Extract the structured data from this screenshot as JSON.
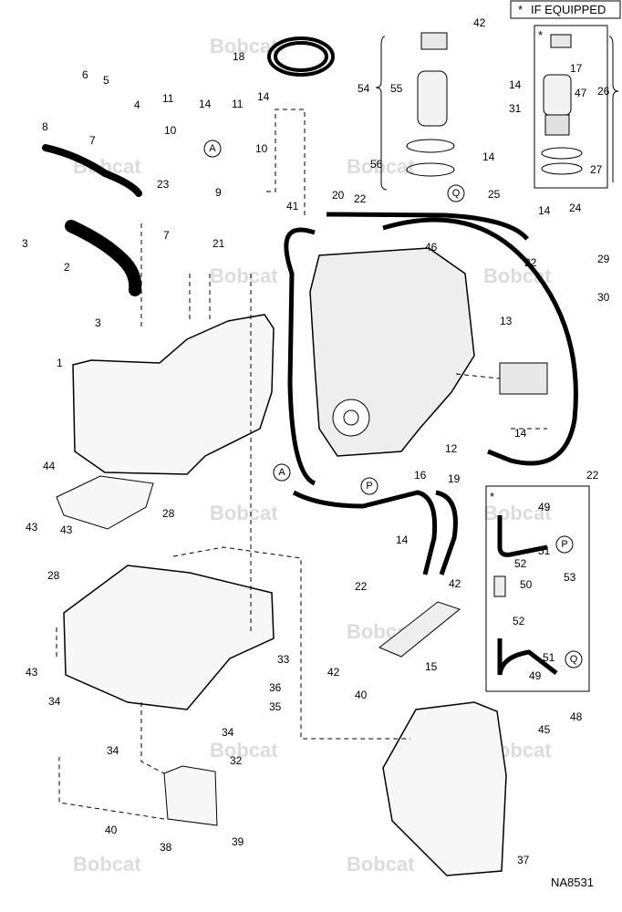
{
  "legend": {
    "star": "*",
    "text": "IF EQUIPPED"
  },
  "drawing_code": "NA8531",
  "watermark": "Bobcat",
  "callouts": [
    "1",
    "2",
    "3",
    "3",
    "4",
    "5",
    "6",
    "7",
    "7",
    "8",
    "9",
    "10",
    "10",
    "11",
    "11",
    "12",
    "13",
    "14",
    "14",
    "14",
    "14",
    "14",
    "14",
    "14",
    "15",
    "16",
    "17",
    "18",
    "19",
    "20",
    "21",
    "22",
    "22",
    "22",
    "22",
    "23",
    "24",
    "25",
    "26",
    "27",
    "28",
    "28",
    "29",
    "30",
    "31",
    "32",
    "33",
    "34",
    "34",
    "34",
    "35",
    "36",
    "37",
    "38",
    "39",
    "40",
    "40",
    "41",
    "42",
    "42",
    "42",
    "43",
    "43",
    "43",
    "44",
    "45",
    "46",
    "47",
    "48",
    "49",
    "49",
    "50",
    "51",
    "51",
    "52",
    "52",
    "53",
    "54",
    "55",
    "56"
  ],
  "connectors": [
    "A",
    "A",
    "Q",
    "Q",
    "P",
    "P"
  ],
  "inset_marks": [
    "*",
    "*"
  ]
}
